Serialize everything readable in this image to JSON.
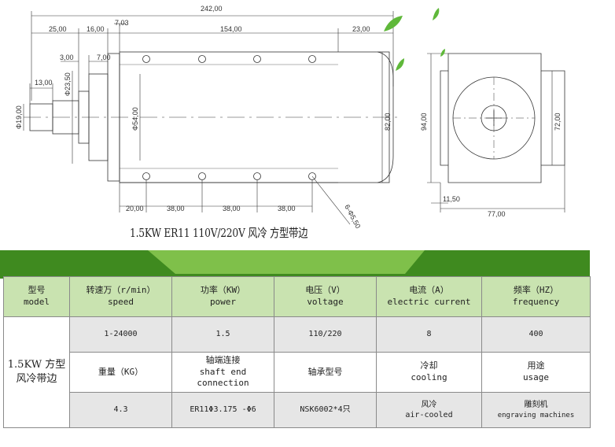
{
  "drawing": {
    "caption": "1.5KW ER11 110V/220V 风冷 方型带边",
    "dims": {
      "total_length": "242,00",
      "d25": "25,00",
      "d16": "16,00",
      "d7a": "7,03",
      "d154": "154,00",
      "d23": "23,00",
      "d3": "3,00",
      "d7b": "7,00",
      "d13": "13,00",
      "d23_5": "Φ23,50",
      "d19": "Φ19,00",
      "d54": "Φ54,00",
      "d82": "82,00",
      "d20": "20,00",
      "d38a": "38,00",
      "d38b": "38,00",
      "d38c": "38,00",
      "hole": "6-Φ5,50",
      "d94": "94,00",
      "d72": "72,00",
      "d11_5": "11,50",
      "d77": "77,00"
    }
  },
  "table": {
    "headers_row1": [
      {
        "zh": "型号",
        "en": "model"
      },
      {
        "zh": "转速万（r/min）",
        "en": "speed"
      },
      {
        "zh": "功率（KW）",
        "en": "power"
      },
      {
        "zh": "电压（V）",
        "en": "voltage"
      },
      {
        "zh": "电流（A）",
        "en": "electric current"
      },
      {
        "zh": "频率（HZ）",
        "en": "frequency"
      }
    ],
    "model_value": "1.5KW 方型 风冷带边",
    "values_row1": [
      "1-24000",
      "1.5",
      "110/220",
      "8",
      "400"
    ],
    "headers_row2": [
      {
        "zh": "重量（KG）",
        "en": ""
      },
      {
        "zh": "轴端连接",
        "en": "shaft end connection"
      },
      {
        "zh": "轴承型号",
        "en": ""
      },
      {
        "zh": "冷却",
        "en": "cooling"
      },
      {
        "zh": "用途",
        "en": "usage"
      }
    ],
    "values_row2": [
      {
        "zh": "4.3",
        "en": ""
      },
      {
        "zh": "ER11Φ3.175 -Φ6",
        "en": ""
      },
      {
        "zh": "NSK6002*4只",
        "en": ""
      },
      {
        "zh": "风冷",
        "en": "air-cooled"
      },
      {
        "zh": "雕刻机",
        "en": "engraving machines"
      }
    ]
  },
  "colors": {
    "header_green": "#c9e3b0",
    "band_dark_green": "#3f8a1f",
    "band_light_green": "#7fc04a",
    "value_gray": "#e6e6e6",
    "leaf_green": "#5fb83a"
  }
}
